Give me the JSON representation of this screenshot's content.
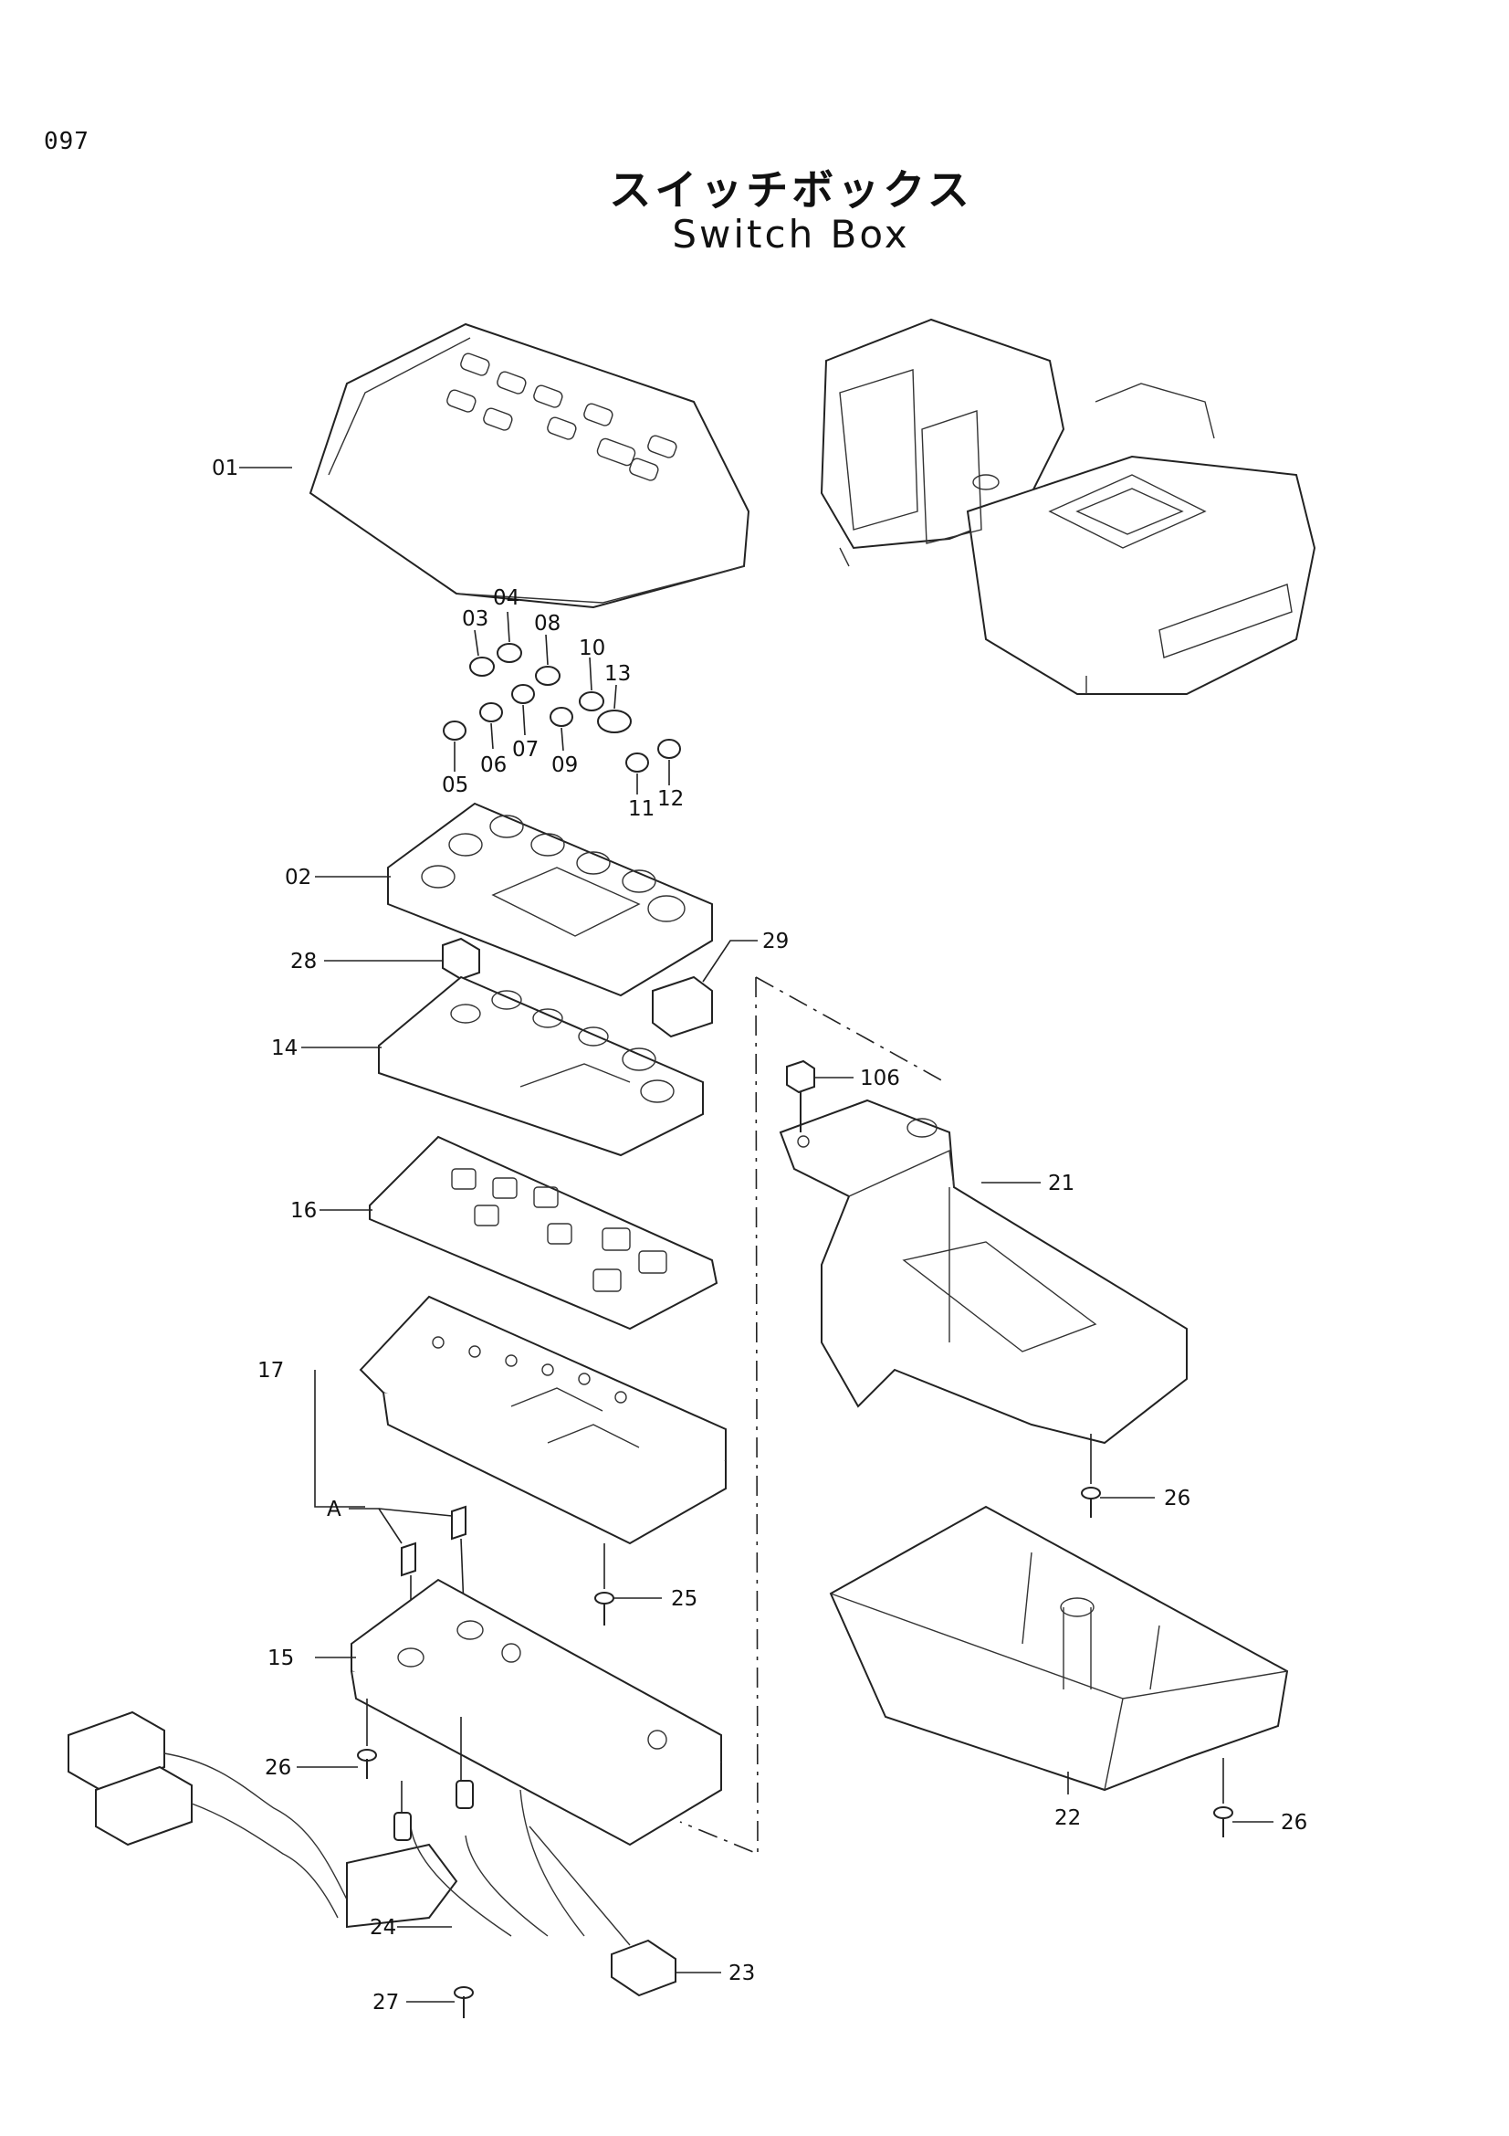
{
  "page": {
    "number": "097"
  },
  "title": {
    "jp": "スイッチボックス",
    "en": "Switch Box"
  },
  "callouts": [
    {
      "id": "c01",
      "label": "01"
    },
    {
      "id": "c02",
      "label": "02"
    },
    {
      "id": "c03",
      "label": "03"
    },
    {
      "id": "c04",
      "label": "04"
    },
    {
      "id": "c05",
      "label": "05"
    },
    {
      "id": "c06",
      "label": "06"
    },
    {
      "id": "c07",
      "label": "07"
    },
    {
      "id": "c08",
      "label": "08"
    },
    {
      "id": "c09",
      "label": "09"
    },
    {
      "id": "c10",
      "label": "10"
    },
    {
      "id": "c11",
      "label": "11"
    },
    {
      "id": "c12",
      "label": "12"
    },
    {
      "id": "c13",
      "label": "13"
    },
    {
      "id": "c14",
      "label": "14"
    },
    {
      "id": "c15",
      "label": "15"
    },
    {
      "id": "c16",
      "label": "16"
    },
    {
      "id": "c17",
      "label": "17"
    },
    {
      "id": "cA",
      "label": "A"
    },
    {
      "id": "c21",
      "label": "21"
    },
    {
      "id": "c22",
      "label": "22"
    },
    {
      "id": "c23",
      "label": "23"
    },
    {
      "id": "c24",
      "label": "24"
    },
    {
      "id": "c25",
      "label": "25"
    },
    {
      "id": "c26a",
      "label": "26"
    },
    {
      "id": "c26b",
      "label": "26"
    },
    {
      "id": "c26c",
      "label": "26"
    },
    {
      "id": "c27",
      "label": "27"
    },
    {
      "id": "c28",
      "label": "28"
    },
    {
      "id": "c29",
      "label": "29"
    },
    {
      "id": "c106",
      "label": "106"
    }
  ]
}
